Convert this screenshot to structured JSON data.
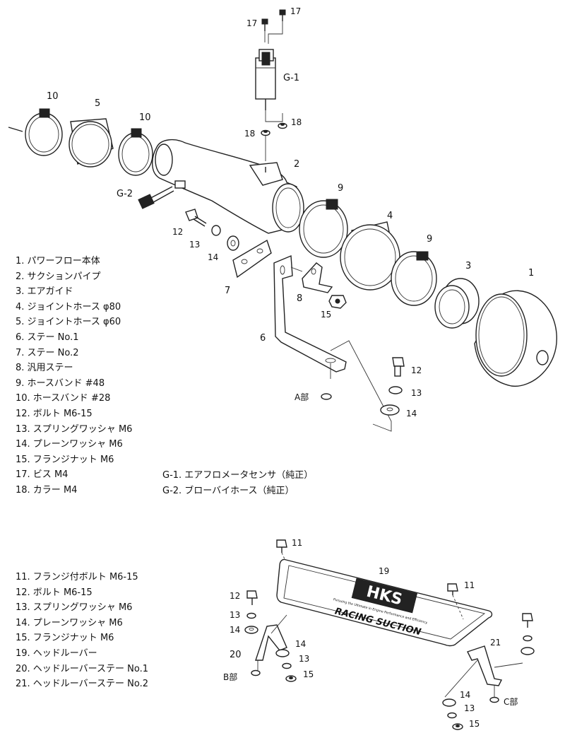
{
  "diagram": {
    "callouts": {
      "c17a": "17",
      "c17b": "17",
      "cG1": "G-1",
      "c18a": "18",
      "c18b": "18",
      "c2": "2",
      "c10a": "10",
      "c5": "5",
      "c10b": "10",
      "cG2": "G-2",
      "c9a": "9",
      "c4": "4",
      "c12a": "12",
      "c13a": "13",
      "c14a": "14",
      "c7": "7",
      "c8": "8",
      "c15a": "15",
      "c9b": "9",
      "c3": "3",
      "c1": "1",
      "c6": "6",
      "c12b": "12",
      "c13b": "13",
      "c14b": "14",
      "cA": "A部",
      "c11a": "11",
      "c19": "19",
      "c11b": "11",
      "c12c": "12",
      "c13c": "13",
      "c14c": "14",
      "c20": "20",
      "c14d": "14",
      "c13d": "13",
      "c15b": "15",
      "cB": "B部",
      "c21": "21",
      "c14e": "14",
      "c13e": "13",
      "c15c": "15",
      "cC": "C部"
    },
    "plate": {
      "brand": "HKS",
      "tagline": "Pursuing the Ultimate in Engine Performance and Efficiency.",
      "product": "RACING SUCTION"
    }
  },
  "parts_top": [
    "1. パワーフロー本体",
    "2. サクションパイプ",
    "3. エアガイド",
    "4. ジョイントホース φ80",
    "5. ジョイントホース φ60",
    "6. ステー No.1",
    "7. ステー No.2",
    "8. 汎用ステー",
    "9. ホースバンド #48",
    "10. ホースバンド #28",
    "12. ボルト M6-15",
    "13. スプリングワッシャ M6",
    "14. プレーンワッシャ M6",
    "15. フランジナット M6",
    "17. ビス M4",
    "18. カラー M4"
  ],
  "parts_genuine": [
    "G-1. エアフロメータセンサ（純正）",
    "G-2. ブローバイホース（純正）"
  ],
  "parts_bottom": [
    "11. フランジ付ボルト M6-15",
    "12. ボルト M6-15",
    "13. スプリングワッシャ M6",
    "14. プレーンワッシャ M6",
    "15. フランジナット M6",
    "19. ヘッドルーバー",
    "20. ヘッドルーバーステー No.1",
    "21. ヘッドルーバーステー No.2"
  ]
}
